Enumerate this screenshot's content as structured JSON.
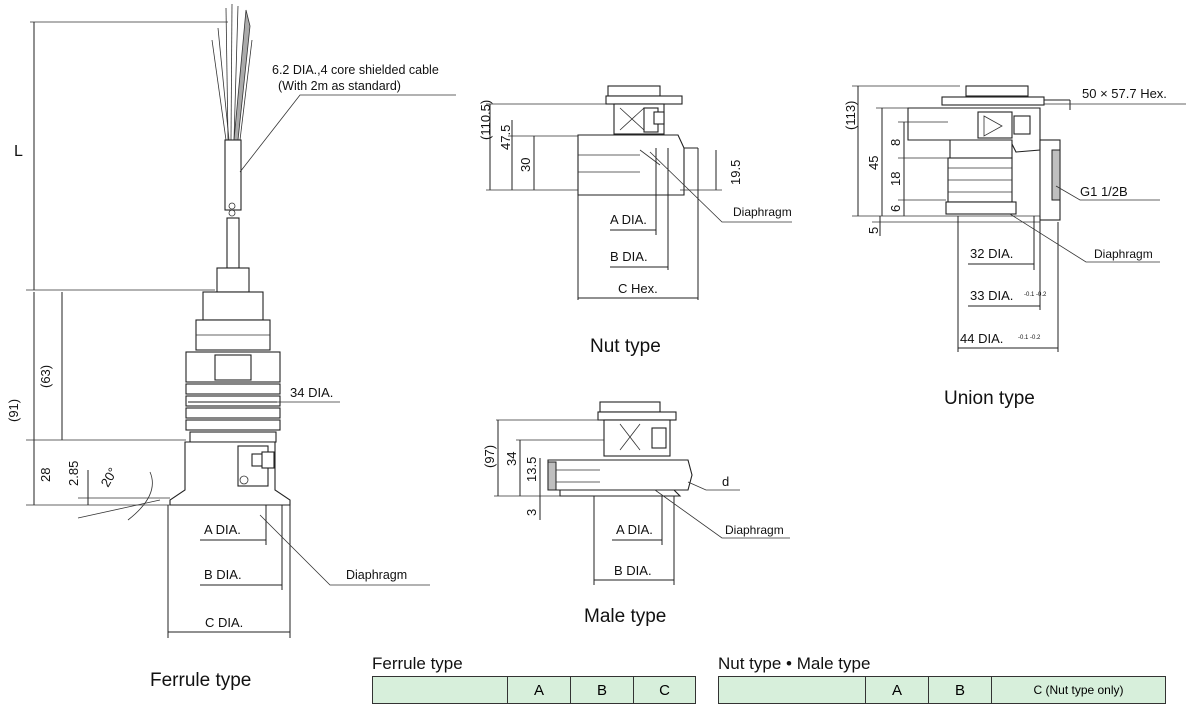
{
  "ferrule": {
    "cable_note1": "6.2 DIA.,4 core shielded cable",
    "cable_note2": "(With 2m as standard)",
    "L": "L",
    "d91": "(91)",
    "d63": "(63)",
    "d28": "28",
    "d285": "2.85",
    "angle": "20°",
    "d34": "34 DIA.",
    "a": "A DIA.",
    "b": "B DIA.",
    "c": "C DIA.",
    "diaphragm": "Diaphragm",
    "title": "Ferrule type"
  },
  "nut": {
    "d1105": "(110.5)",
    "d475": "47.5",
    "d30": "30",
    "d195": "19.5",
    "diaphragm": "Diaphragm",
    "a": "A DIA.",
    "b": "B DIA.",
    "c": "C Hex.",
    "title": "Nut type"
  },
  "male": {
    "d97": "(97)",
    "d34": "34",
    "d135": "13.5",
    "d3": "3",
    "d": "d",
    "diaphragm": "Diaphragm",
    "a": "A DIA.",
    "b": "B DIA.",
    "title": "Male type"
  },
  "union": {
    "hex": "50 × 57.7 Hex.",
    "d113": "(113)",
    "d45": "45",
    "d8": "8",
    "d18": "18",
    "d6": "6",
    "d5": "5",
    "g": "G1 1/2B",
    "diaphragm": "Diaphragm",
    "d32": "32 DIA.",
    "d33": "33 DIA.",
    "d33tol": "-0.1 -0.2",
    "d44": "44 DIA.",
    "d44tol": "-0.1 -0.2",
    "title": "Union type"
  },
  "tables": {
    "ferrule_title": "Ferrule type",
    "ferrule_cols": [
      "",
      "A",
      "B",
      "C"
    ],
    "nutmale_title": "Nut type • Male type",
    "nutmale_cols": [
      "",
      "A",
      "B",
      "C (Nut type only)"
    ]
  }
}
